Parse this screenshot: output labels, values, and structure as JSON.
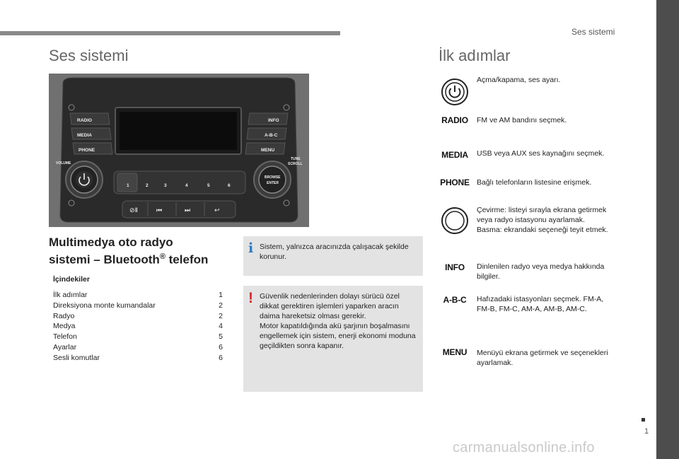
{
  "header": {
    "section": "Ses sistemi"
  },
  "page": {
    "title": "Ses sistemi",
    "number": "1"
  },
  "device": {
    "buttons": {
      "radio": "RADIO",
      "media": "MEDIA",
      "phone": "PHONE",
      "info": "INFO",
      "abc": "A-B-C",
      "menu": "MENU",
      "volume": "VOLUME",
      "tune": "TUNE",
      "scroll": "SCROLL",
      "browse": "BROWSE",
      "enter": "ENTER",
      "presets": [
        "1",
        "2",
        "3",
        "4",
        "5",
        "6"
      ]
    }
  },
  "intro": {
    "title_line1": "Multimedya oto radyo",
    "title_line2": "sistemi – Bluetooth",
    "title_sup": "®",
    "title_line2_end": " telefon",
    "toc_heading": "İçindekiler",
    "toc": [
      {
        "label": "İlk adımlar",
        "page": "1"
      },
      {
        "label": "Direksiyona monte kumandalar",
        "page": "2"
      },
      {
        "label": "Radyo",
        "page": "2"
      },
      {
        "label": "Medya",
        "page": "4"
      },
      {
        "label": "Telefon",
        "page": "5"
      },
      {
        "label": "Ayarlar",
        "page": "6"
      },
      {
        "label": "Sesli komutlar",
        "page": "6"
      }
    ]
  },
  "notes": {
    "info_icon": "i",
    "info_text": "Sistem, yalnızca aracınızda çalışacak şekilde korunur.",
    "warning_icon": "!",
    "warning_lines": [
      "Güvenlik nedenlerinden dolayı sürücü özel dikkat gerektiren işlemleri yaparken aracın daima hareketsiz olması gerekir.",
      "Motor kapatıldığında akü şarjının boşalmasını engellemek için sistem, enerji ekonomi moduna geçildikten sonra kapanır."
    ]
  },
  "first_steps": {
    "title": "İlk adımlar",
    "items": [
      {
        "icon": "power-knob-icon",
        "text": "Açma/kapama, ses ayarı."
      },
      {
        "icon_label": "RADIO",
        "text": "FM ve AM bandını seçmek."
      },
      {
        "icon_label": "MEDIA",
        "text": "USB veya AUX ses kaynağını seçmek."
      },
      {
        "icon_label": "PHONE",
        "text": "Bağlı telefonların listesine erişmek."
      },
      {
        "icon": "browse-knob-icon",
        "text_lines": [
          "Çevirme: listeyi sırayla ekrana getirmek veya radyo istasyonu ayarlamak.",
          "Basma: ekrandaki seçeneği teyit etmek."
        ]
      },
      {
        "icon_label": "INFO",
        "text": "Dinlenilen radyo veya medya hakkında bilgiler."
      },
      {
        "icon_label": "A-B-C",
        "text": "Hafızadaki istasyonları seçmek. FM-A, FM-B, FM-C, AM-A, AM-B, AM-C."
      },
      {
        "icon_label": "MENU",
        "text": "Menüyü ekrana getirmek ve seçenekleri ayarlamak."
      }
    ]
  },
  "watermark": "carmanualsonline.info"
}
